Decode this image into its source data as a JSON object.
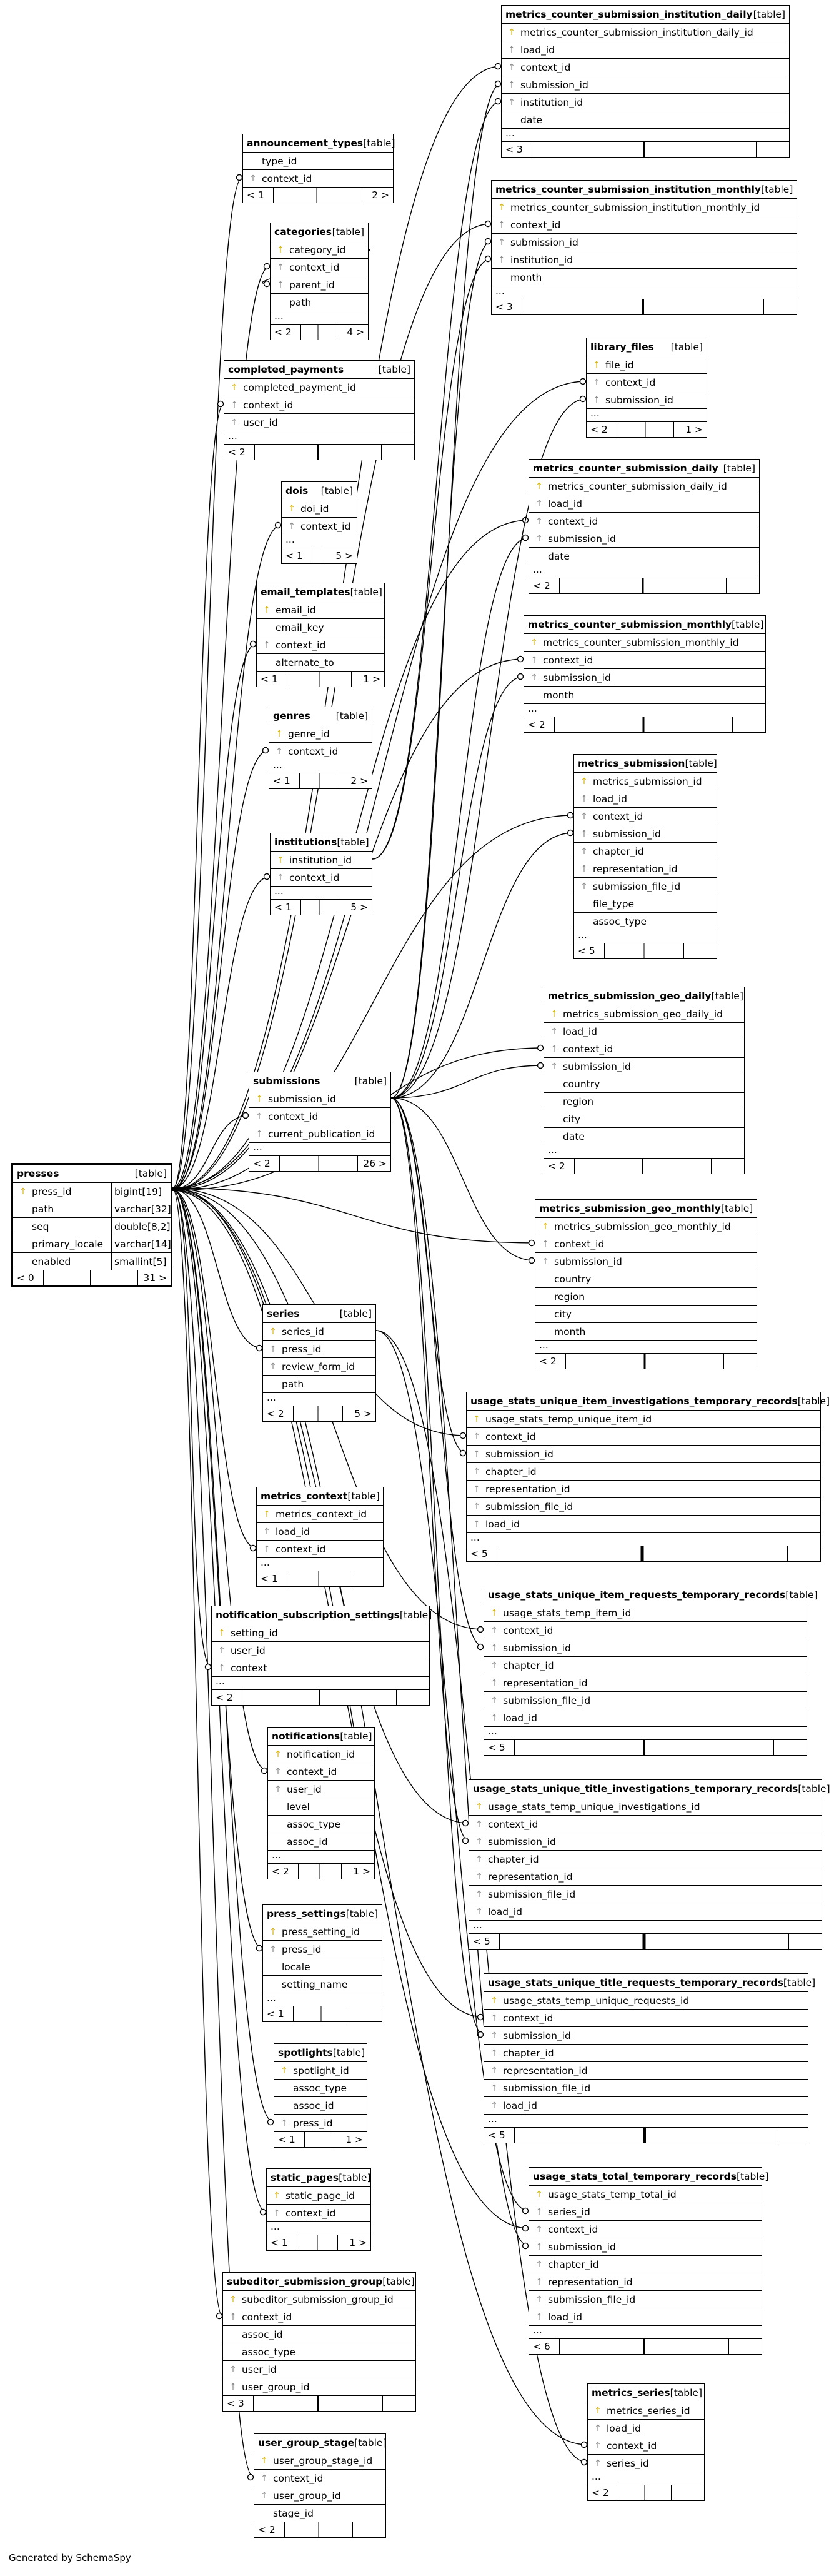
{
  "footer": "Generated by SchemaSpy",
  "tables": [
    {
      "id": "presses",
      "name": "presses",
      "tag": "[table]",
      "main": true,
      "columns": [
        [
          "pk",
          "press_id",
          "bigint[19]"
        ],
        [
          "none",
          "path",
          "varchar[32]"
        ],
        [
          "none",
          "seq",
          "double[8,2]"
        ],
        [
          "none",
          "primary_locale",
          "varchar[14]"
        ],
        [
          "none",
          "enabled",
          "smallint[5]"
        ]
      ],
      "ellipsis": false,
      "foot": [
        "< 0",
        "31 >"
      ]
    },
    {
      "id": "announcement_types",
      "name": "announcement_types",
      "tag": "[table]",
      "columns": [
        [
          "none",
          "type_id"
        ],
        [
          "fk",
          "context_id"
        ]
      ],
      "ellipsis": false,
      "foot": [
        "< 1",
        "2 >"
      ]
    },
    {
      "id": "categories",
      "name": "categories",
      "tag": "[table]",
      "columns": [
        [
          "pk",
          "category_id"
        ],
        [
          "fk",
          "context_id"
        ],
        [
          "fk",
          "parent_id"
        ],
        [
          "none",
          "path"
        ]
      ],
      "ellipsis": true,
      "foot": [
        "< 2",
        "4 >"
      ]
    },
    {
      "id": "completed_payments",
      "name": "completed_payments",
      "tag": "[table]",
      "columns": [
        [
          "pk",
          "completed_payment_id"
        ],
        [
          "fk",
          "context_id"
        ],
        [
          "fk",
          "user_id"
        ]
      ],
      "ellipsis": true,
      "foot": [
        "< 2",
        ""
      ]
    },
    {
      "id": "dois",
      "name": "dois",
      "tag": "[table]",
      "columns": [
        [
          "pk",
          "doi_id"
        ],
        [
          "fk",
          "context_id"
        ]
      ],
      "ellipsis": true,
      "foot": [
        "< 1",
        "5 >"
      ]
    },
    {
      "id": "email_templates",
      "name": "email_templates",
      "tag": "[table]",
      "columns": [
        [
          "pk",
          "email_id"
        ],
        [
          "none",
          "email_key"
        ],
        [
          "fk",
          "context_id"
        ],
        [
          "none",
          "alternate_to"
        ]
      ],
      "ellipsis": false,
      "foot": [
        "< 1",
        "1 >"
      ]
    },
    {
      "id": "genres",
      "name": "genres",
      "tag": "[table]",
      "columns": [
        [
          "pk",
          "genre_id"
        ],
        [
          "fk",
          "context_id"
        ]
      ],
      "ellipsis": true,
      "foot": [
        "< 1",
        "2 >"
      ]
    },
    {
      "id": "institutions",
      "name": "institutions",
      "tag": "[table]",
      "columns": [
        [
          "pk",
          "institution_id"
        ],
        [
          "fk",
          "context_id"
        ]
      ],
      "ellipsis": true,
      "foot": [
        "< 1",
        "5 >"
      ]
    },
    {
      "id": "submissions",
      "name": "submissions",
      "tag": "[table]",
      "columns": [
        [
          "pk",
          "submission_id"
        ],
        [
          "fk",
          "context_id"
        ],
        [
          "fk",
          "current_publication_id"
        ]
      ],
      "ellipsis": true,
      "foot": [
        "< 2",
        "26 >"
      ]
    },
    {
      "id": "series",
      "name": "series",
      "tag": "[table]",
      "columns": [
        [
          "pk",
          "series_id"
        ],
        [
          "fk",
          "press_id"
        ],
        [
          "fk",
          "review_form_id"
        ],
        [
          "none",
          "path"
        ]
      ],
      "ellipsis": true,
      "foot": [
        "< 2",
        "5 >"
      ]
    },
    {
      "id": "metrics_context",
      "name": "metrics_context",
      "tag": "[table]",
      "columns": [
        [
          "pk",
          "metrics_context_id"
        ],
        [
          "fk",
          "load_id"
        ],
        [
          "fk",
          "context_id"
        ]
      ],
      "ellipsis": true,
      "foot": [
        "< 1",
        ""
      ]
    },
    {
      "id": "notification_subscription_settings",
      "name": "notification_subscription_settings",
      "tag": "[table]",
      "columns": [
        [
          "pk",
          "setting_id"
        ],
        [
          "fk",
          "user_id"
        ],
        [
          "fk",
          "context"
        ]
      ],
      "ellipsis": true,
      "foot": [
        "< 2",
        ""
      ]
    },
    {
      "id": "notifications",
      "name": "notifications",
      "tag": "[table]",
      "columns": [
        [
          "pk",
          "notification_id"
        ],
        [
          "fk",
          "context_id"
        ],
        [
          "fk",
          "user_id"
        ],
        [
          "none",
          "level"
        ],
        [
          "none",
          "assoc_type"
        ],
        [
          "none",
          "assoc_id"
        ]
      ],
      "ellipsis": true,
      "foot": [
        "< 2",
        "1 >"
      ]
    },
    {
      "id": "press_settings",
      "name": "press_settings",
      "tag": "[table]",
      "columns": [
        [
          "pk",
          "press_setting_id"
        ],
        [
          "fk",
          "press_id"
        ],
        [
          "none",
          "locale"
        ],
        [
          "none",
          "setting_name"
        ]
      ],
      "ellipsis": true,
      "foot": [
        "< 1",
        ""
      ]
    },
    {
      "id": "spotlights",
      "name": "spotlights",
      "tag": "[table]",
      "columns": [
        [
          "pk",
          "spotlight_id"
        ],
        [
          "none",
          "assoc_type"
        ],
        [
          "none",
          "assoc_id"
        ],
        [
          "fk",
          "press_id"
        ]
      ],
      "ellipsis": false,
      "foot": [
        "< 1",
        "1 >"
      ]
    },
    {
      "id": "static_pages",
      "name": "static_pages",
      "tag": "[table]",
      "columns": [
        [
          "pk",
          "static_page_id"
        ],
        [
          "fk",
          "context_id"
        ]
      ],
      "ellipsis": true,
      "foot": [
        "< 1",
        "1 >"
      ]
    },
    {
      "id": "subeditor_submission_group",
      "name": "subeditor_submission_group",
      "tag": "[table]",
      "columns": [
        [
          "pk",
          "subeditor_submission_group_id"
        ],
        [
          "fk",
          "context_id"
        ],
        [
          "none",
          "assoc_id"
        ],
        [
          "none",
          "assoc_type"
        ],
        [
          "fk",
          "user_id"
        ],
        [
          "fk",
          "user_group_id"
        ]
      ],
      "ellipsis": false,
      "foot": [
        "< 3",
        ""
      ]
    },
    {
      "id": "user_group_stage",
      "name": "user_group_stage",
      "tag": "[table]",
      "columns": [
        [
          "pk",
          "user_group_stage_id"
        ],
        [
          "fk",
          "context_id"
        ],
        [
          "fk",
          "user_group_id"
        ],
        [
          "none",
          "stage_id"
        ]
      ],
      "ellipsis": false,
      "foot": [
        "< 2",
        ""
      ]
    },
    {
      "id": "mcsid",
      "name": "metrics_counter_submission_institution_daily",
      "tag": "[table]",
      "columns": [
        [
          "pk",
          "metrics_counter_submission_institution_daily_id"
        ],
        [
          "fk",
          "load_id"
        ],
        [
          "fk",
          "context_id"
        ],
        [
          "fk",
          "submission_id"
        ],
        [
          "fk",
          "institution_id"
        ],
        [
          "none",
          "date"
        ]
      ],
      "ellipsis": true,
      "foot": [
        "< 3",
        ""
      ]
    },
    {
      "id": "mcsim",
      "name": "metrics_counter_submission_institution_monthly",
      "tag": "[table]",
      "columns": [
        [
          "pk",
          "metrics_counter_submission_institution_monthly_id"
        ],
        [
          "fk",
          "context_id"
        ],
        [
          "fk",
          "submission_id"
        ],
        [
          "fk",
          "institution_id"
        ],
        [
          "none",
          "month"
        ]
      ],
      "ellipsis": true,
      "foot": [
        "< 3",
        ""
      ]
    },
    {
      "id": "library_files",
      "name": "library_files",
      "tag": "[table]",
      "columns": [
        [
          "pk",
          "file_id"
        ],
        [
          "fk",
          "context_id"
        ],
        [
          "fk",
          "submission_id"
        ]
      ],
      "ellipsis": true,
      "foot": [
        "< 2",
        "1 >"
      ]
    },
    {
      "id": "mcsd",
      "name": "metrics_counter_submission_daily",
      "tag": "[table]",
      "columns": [
        [
          "pk",
          "metrics_counter_submission_daily_id"
        ],
        [
          "fk",
          "load_id"
        ],
        [
          "fk",
          "context_id"
        ],
        [
          "fk",
          "submission_id"
        ],
        [
          "none",
          "date"
        ]
      ],
      "ellipsis": true,
      "foot": [
        "< 2",
        ""
      ]
    },
    {
      "id": "mcsm",
      "name": "metrics_counter_submission_monthly",
      "tag": "[table]",
      "columns": [
        [
          "pk",
          "metrics_counter_submission_monthly_id"
        ],
        [
          "fk",
          "context_id"
        ],
        [
          "fk",
          "submission_id"
        ],
        [
          "none",
          "month"
        ]
      ],
      "ellipsis": true,
      "foot": [
        "< 2",
        ""
      ]
    },
    {
      "id": "metrics_submission",
      "name": "metrics_submission",
      "tag": "[table]",
      "columns": [
        [
          "pk",
          "metrics_submission_id"
        ],
        [
          "fk",
          "load_id"
        ],
        [
          "fk",
          "context_id"
        ],
        [
          "fk",
          "submission_id"
        ],
        [
          "fk",
          "chapter_id"
        ],
        [
          "fk",
          "representation_id"
        ],
        [
          "fk",
          "submission_file_id"
        ],
        [
          "none",
          "file_type"
        ],
        [
          "none",
          "assoc_type"
        ]
      ],
      "ellipsis": true,
      "foot": [
        "< 5",
        ""
      ]
    },
    {
      "id": "msgd",
      "name": "metrics_submission_geo_daily",
      "tag": "[table]",
      "columns": [
        [
          "pk",
          "metrics_submission_geo_daily_id"
        ],
        [
          "fk",
          "load_id"
        ],
        [
          "fk",
          "context_id"
        ],
        [
          "fk",
          "submission_id"
        ],
        [
          "none",
          "country"
        ],
        [
          "none",
          "region"
        ],
        [
          "none",
          "city"
        ],
        [
          "none",
          "date"
        ]
      ],
      "ellipsis": true,
      "foot": [
        "< 2",
        ""
      ]
    },
    {
      "id": "msgm",
      "name": "metrics_submission_geo_monthly",
      "tag": "[table]",
      "columns": [
        [
          "pk",
          "metrics_submission_geo_monthly_id"
        ],
        [
          "fk",
          "context_id"
        ],
        [
          "fk",
          "submission_id"
        ],
        [
          "none",
          "country"
        ],
        [
          "none",
          "region"
        ],
        [
          "none",
          "city"
        ],
        [
          "none",
          "month"
        ]
      ],
      "ellipsis": true,
      "foot": [
        "< 2",
        ""
      ]
    },
    {
      "id": "usuiitr",
      "name": "usage_stats_unique_item_investigations_temporary_records",
      "tag": "[table]",
      "columns": [
        [
          "pk",
          "usage_stats_temp_unique_item_id"
        ],
        [
          "fk",
          "context_id"
        ],
        [
          "fk",
          "submission_id"
        ],
        [
          "fk",
          "chapter_id"
        ],
        [
          "fk",
          "representation_id"
        ],
        [
          "fk",
          "submission_file_id"
        ],
        [
          "fk",
          "load_id"
        ]
      ],
      "ellipsis": true,
      "foot": [
        "< 5",
        ""
      ]
    },
    {
      "id": "usuirtr",
      "name": "usage_stats_unique_item_requests_temporary_records",
      "tag": "[table]",
      "columns": [
        [
          "pk",
          "usage_stats_temp_item_id"
        ],
        [
          "fk",
          "context_id"
        ],
        [
          "fk",
          "submission_id"
        ],
        [
          "fk",
          "chapter_id"
        ],
        [
          "fk",
          "representation_id"
        ],
        [
          "fk",
          "submission_file_id"
        ],
        [
          "fk",
          "load_id"
        ]
      ],
      "ellipsis": true,
      "foot": [
        "< 5",
        ""
      ]
    },
    {
      "id": "usutitr",
      "name": "usage_stats_unique_title_investigations_temporary_records",
      "tag": "[table]",
      "columns": [
        [
          "pk",
          "usage_stats_temp_unique_investigations_id"
        ],
        [
          "fk",
          "context_id"
        ],
        [
          "fk",
          "submission_id"
        ],
        [
          "fk",
          "chapter_id"
        ],
        [
          "fk",
          "representation_id"
        ],
        [
          "fk",
          "submission_file_id"
        ],
        [
          "fk",
          "load_id"
        ]
      ],
      "ellipsis": true,
      "foot": [
        "< 5",
        ""
      ]
    },
    {
      "id": "usutrtr",
      "name": "usage_stats_unique_title_requests_temporary_records",
      "tag": "[table]",
      "columns": [
        [
          "pk",
          "usage_stats_temp_unique_requests_id"
        ],
        [
          "fk",
          "context_id"
        ],
        [
          "fk",
          "submission_id"
        ],
        [
          "fk",
          "chapter_id"
        ],
        [
          "fk",
          "representation_id"
        ],
        [
          "fk",
          "submission_file_id"
        ],
        [
          "fk",
          "load_id"
        ]
      ],
      "ellipsis": true,
      "foot": [
        "< 5",
        ""
      ]
    },
    {
      "id": "usttr",
      "name": "usage_stats_total_temporary_records",
      "tag": "[table]",
      "columns": [
        [
          "pk",
          "usage_stats_temp_total_id"
        ],
        [
          "fk",
          "series_id"
        ],
        [
          "fk",
          "context_id"
        ],
        [
          "fk",
          "submission_id"
        ],
        [
          "fk",
          "chapter_id"
        ],
        [
          "fk",
          "representation_id"
        ],
        [
          "fk",
          "submission_file_id"
        ],
        [
          "fk",
          "load_id"
        ]
      ],
      "ellipsis": true,
      "foot": [
        "< 6",
        ""
      ]
    },
    {
      "id": "metrics_series",
      "name": "metrics_series",
      "tag": "[table]",
      "columns": [
        [
          "pk",
          "metrics_series_id"
        ],
        [
          "fk",
          "load_id"
        ],
        [
          "fk",
          "context_id"
        ],
        [
          "fk",
          "series_id"
        ]
      ],
      "ellipsis": true,
      "foot": [
        "< 2",
        ""
      ]
    }
  ]
}
